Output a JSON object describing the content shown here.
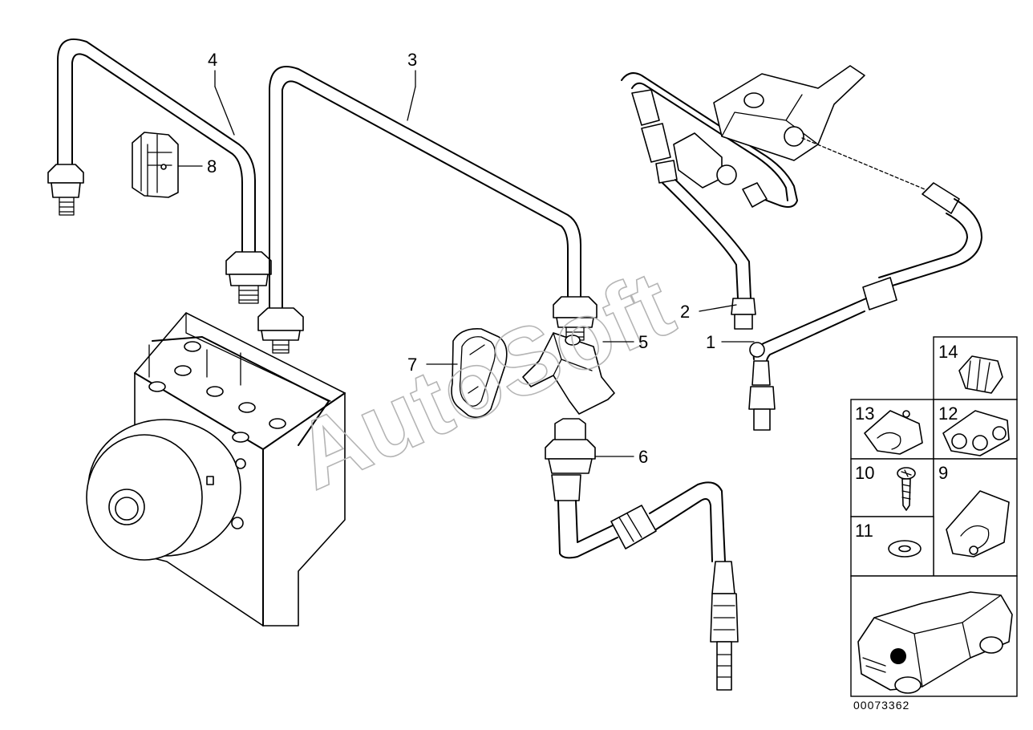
{
  "callouts": [
    "1",
    "2",
    "3",
    "4",
    "5",
    "6",
    "7",
    "8"
  ],
  "inset_labels": [
    "14",
    "13",
    "12",
    "10",
    "9",
    "11"
  ],
  "watermark": "AutoSoft",
  "reference_number": "00073362"
}
